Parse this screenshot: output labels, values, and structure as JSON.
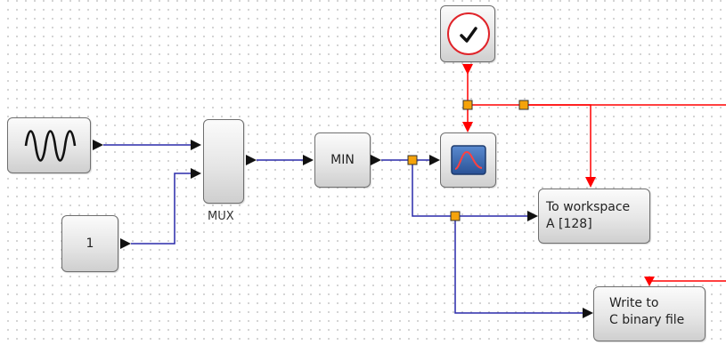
{
  "diagram": {
    "blocks": {
      "sine": {
        "icon": "sine-wave-icon"
      },
      "constant": {
        "value": "1"
      },
      "mux": {
        "label": "MUX"
      },
      "min": {
        "label": "MIN"
      },
      "clock": {
        "icon": "clock-icon"
      },
      "scope": {
        "icon": "scope-icon"
      },
      "to_workspace": {
        "line1": "To workspace",
        "line2": "A [128]"
      },
      "write_binary": {
        "line1": "Write to",
        "line2": "C binary file"
      }
    },
    "colors": {
      "data_link": "#2a2aaa",
      "event_link": "#ff0000",
      "split_point": "#f5a30a",
      "clock_ring": "#e0242a",
      "scope_background": "#3563a8",
      "scope_trace": "#ff4040"
    }
  }
}
